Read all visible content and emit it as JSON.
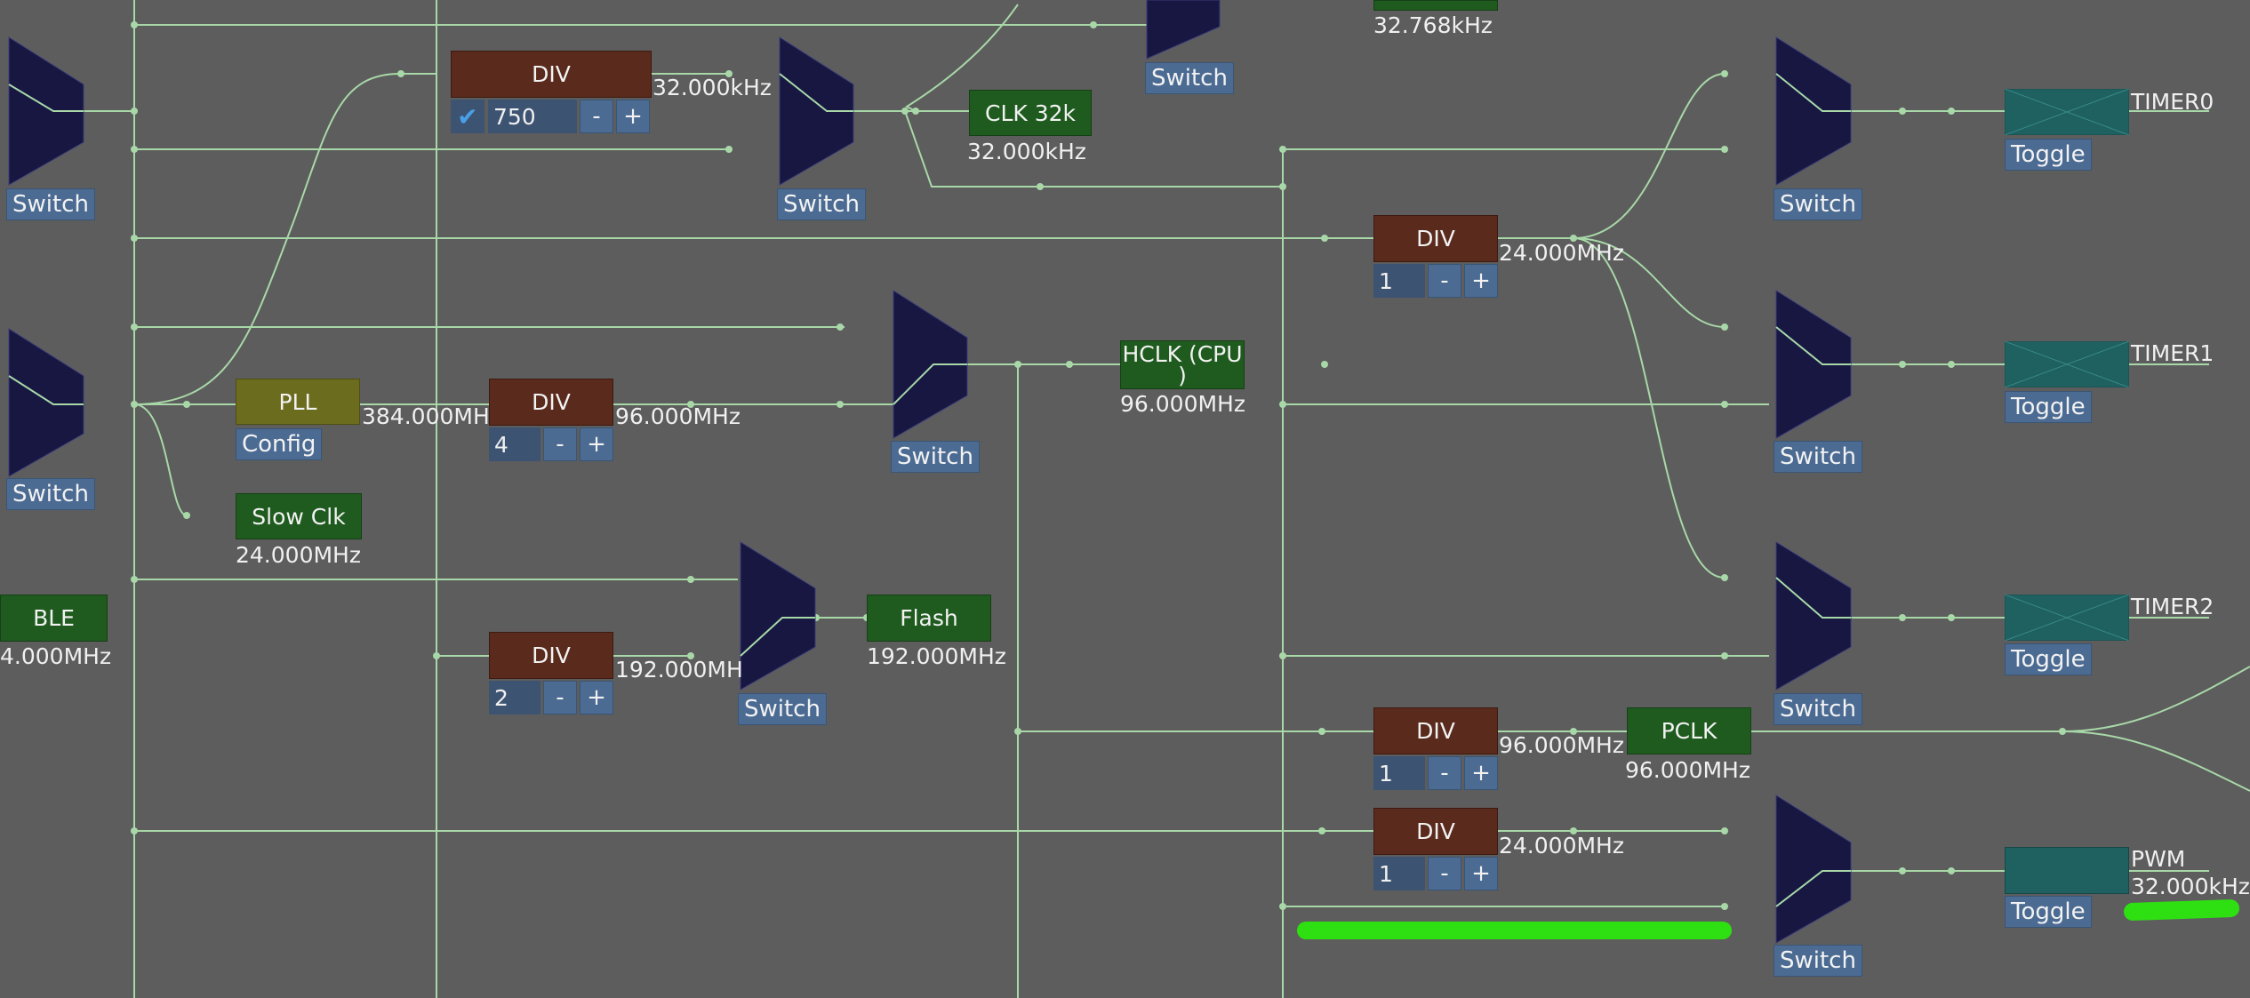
{
  "colors": {
    "background": "#5d5d5d",
    "wire": "#a8d8a8",
    "mux": "#171742",
    "div": "#5a2a1c",
    "clock": "#1f5b1f",
    "pll": "#6c6c1f",
    "timer": "#1f6161",
    "button": "#4b6b93",
    "highlight": "#2ee012"
  },
  "switch_label": "Switch",
  "toggle_label": "Toggle",
  "minus": "-",
  "plus": "+",
  "check_icon": "checkmark-icon",
  "top_freq": "32.768kHz",
  "div_label": "DIV",
  "div32k": {
    "value": "750",
    "out": "32.000kHz",
    "checked": true
  },
  "clk32k": {
    "label": "CLK 32k",
    "freq": "32.000kHz"
  },
  "pll": {
    "label": "PLL",
    "config": "Config",
    "out": "384.000MH"
  },
  "div_pll": {
    "value": "4",
    "out": "96.000MHz"
  },
  "slow_clk": {
    "label": "Slow Clk",
    "freq": "24.000MHz"
  },
  "ble": {
    "label": "BLE",
    "freq": "4.000MHz"
  },
  "div_flash": {
    "value": "2",
    "out": "192.000MH"
  },
  "flash": {
    "label": "Flash",
    "freq": "192.000MHz"
  },
  "hclk": {
    "label": "HCLK (CPU\n)",
    "freq": "96.000MHz"
  },
  "div_timer": {
    "value": "1",
    "out": "24.000MHz"
  },
  "div_pclk": {
    "value": "1",
    "out": "96.000MHz"
  },
  "pclk": {
    "label": "PCLK",
    "freq": "96.000MHz"
  },
  "div_pwm": {
    "value": "1",
    "out": "24.000MHz"
  },
  "timer0": {
    "label": "TIMER0"
  },
  "timer1": {
    "label": "TIMER1"
  },
  "timer2": {
    "label": "TIMER2"
  },
  "pwm": {
    "label": "PWM",
    "freq": "32.000kHz"
  }
}
